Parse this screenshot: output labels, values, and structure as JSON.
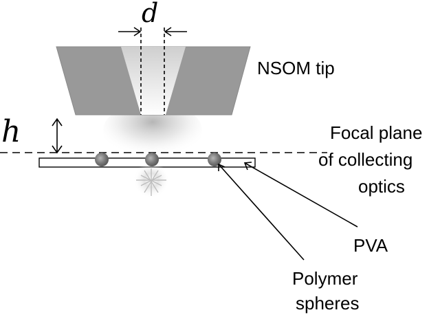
{
  "labels": {
    "d": "d",
    "h": "h",
    "nsom_tip": "NSOM tip",
    "focal_plane": [
      "Focal plane",
      "of collecting",
      "optics"
    ],
    "pva": "PVA",
    "polymer_spheres": [
      "Polymer",
      "spheres"
    ]
  },
  "colors": {
    "tip_fill": "#999999",
    "tip_core_light": "#f2f2f2",
    "tip_core_mid": "#cfcfcf",
    "sphere": "#777777",
    "line": "#000000",
    "glow": "#bdbdbd"
  },
  "icons": {
    "nsom_tip": "trapezoid-tip",
    "sphere": "grey-sphere",
    "emission": "starburst-icon"
  }
}
